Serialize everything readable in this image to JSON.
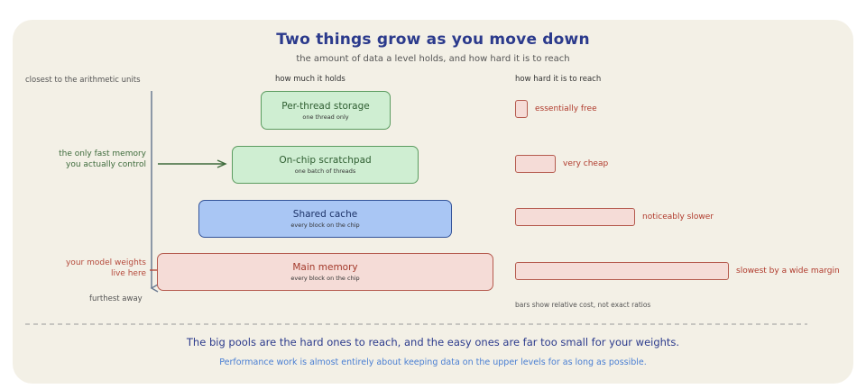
{
  "title": "Two things grow as you move down",
  "subtitle": "the amount of data a level holds, and how hard it is to reach",
  "columns": {
    "left": "how much it holds",
    "right": "how hard it is to reach"
  },
  "axis": {
    "top_label": "closest to the arithmetic units",
    "bottom_label": "furthest away"
  },
  "annotations": {
    "scratchpad": [
      "the only fast memory",
      "you actually control"
    ],
    "main_memory": [
      "your model weights",
      "live here"
    ]
  },
  "levels": [
    {
      "name": "Per-thread storage",
      "desc": "one thread only",
      "color": "#cfeed2",
      "cost": 0.06,
      "cost_label": "essentially free"
    },
    {
      "name": "On-chip scratchpad",
      "desc": "one batch of threads",
      "color": "#cfeed2",
      "cost": 0.19,
      "cost_label": "very cheap"
    },
    {
      "name": "Shared cache",
      "desc": "every block on the chip",
      "color": "#a9c6f4",
      "cost": 0.56,
      "cost_label": "noticeably slower"
    },
    {
      "name": "Main memory",
      "desc": "every block on the chip",
      "color": "#f5dcd7",
      "cost": 1.0,
      "cost_label": "slowest by a wide margin"
    }
  ],
  "bar_note": "bars show relative cost, not exact ratios",
  "footer": {
    "line1": "The big pools are the hard ones to reach, and the easy ones are far too small for your weights.",
    "line2": "Performance work is almost entirely about keeping data on the upper levels for as long as possible."
  }
}
